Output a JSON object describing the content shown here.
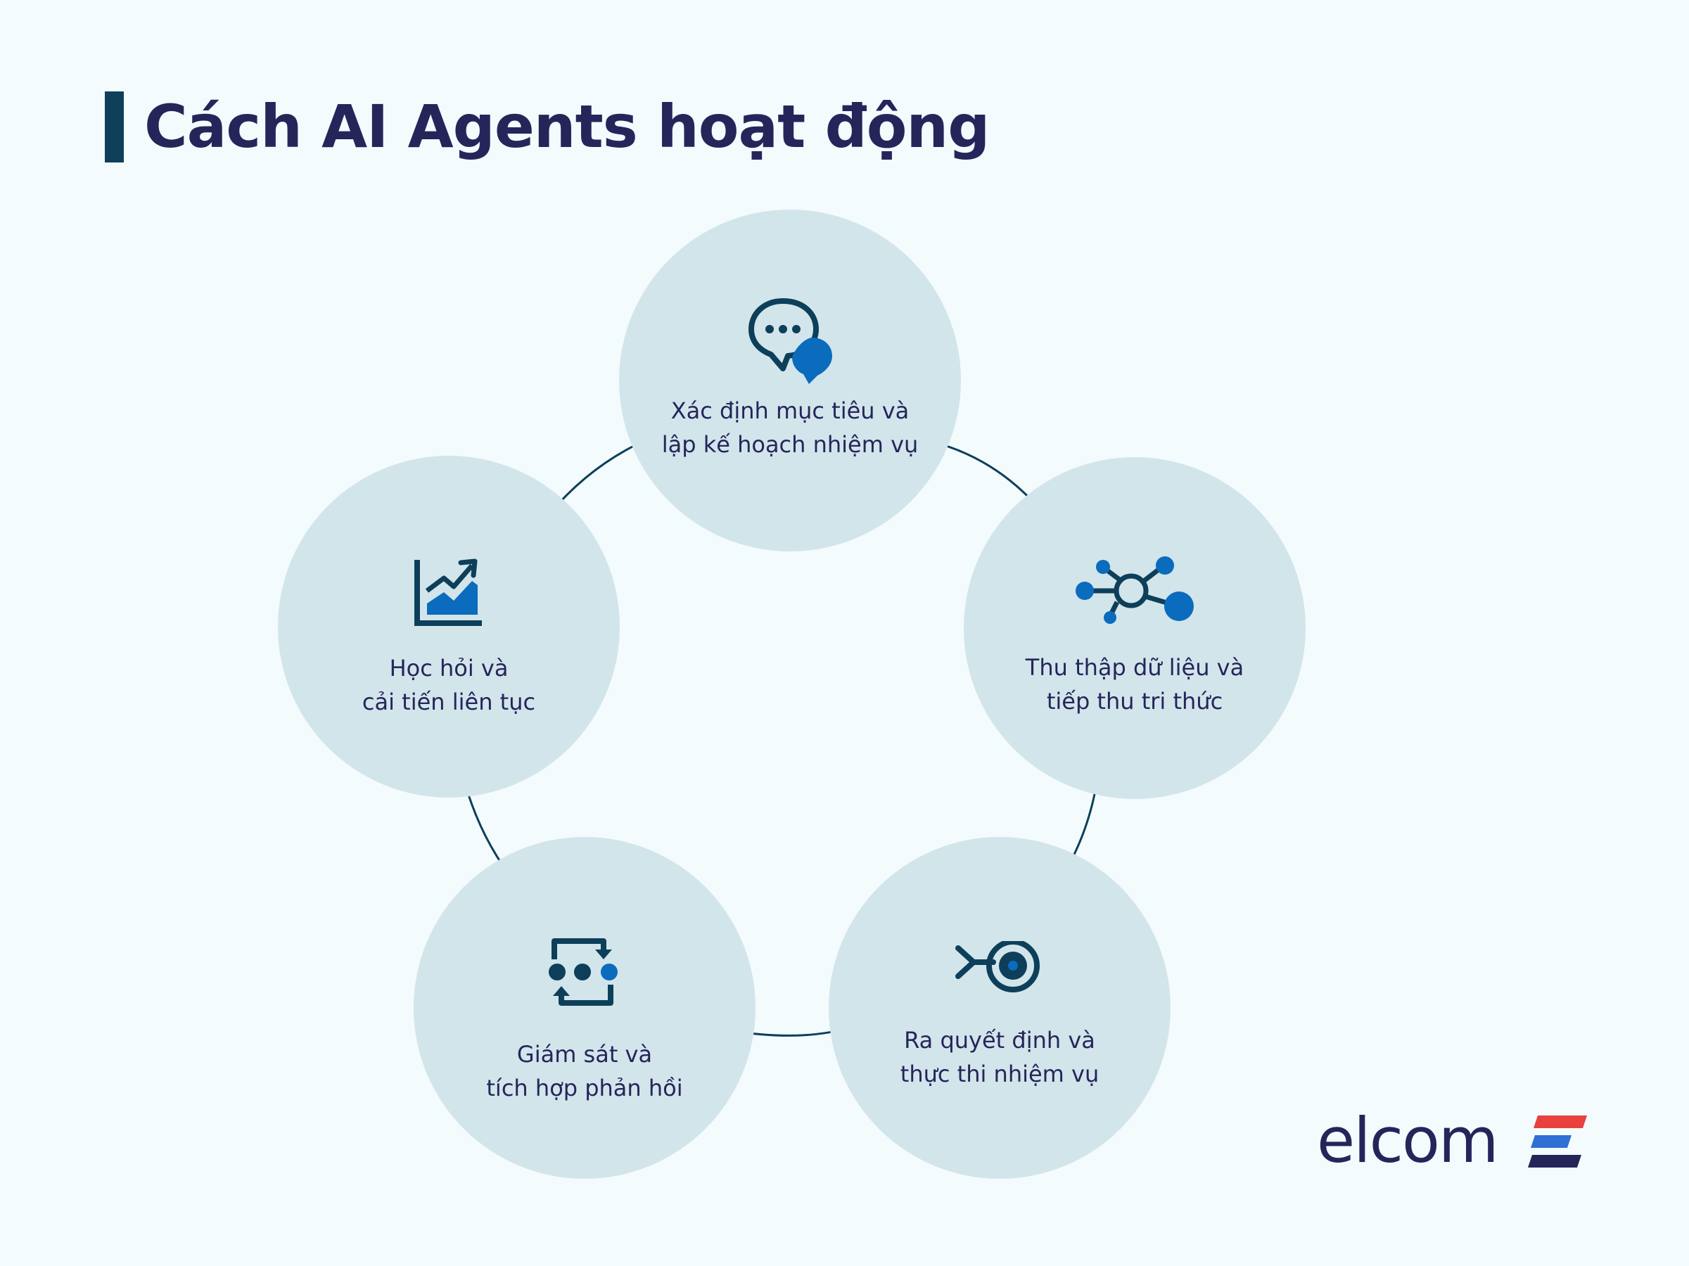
{
  "title": "Cách AI Agents hoạt động",
  "colors": {
    "background": "#f3fbfd",
    "circle": "#d2e5eb",
    "text": "#26255a",
    "icon_dark": "#0d3f5a",
    "icon_blue": "#0b6bbd",
    "logo_red": "#e8413e",
    "logo_blue": "#2f6fd6",
    "logo_navy": "#26255a"
  },
  "steps": [
    {
      "id": "goal",
      "icon": "chat-bubbles-icon",
      "line1": "Xác định mục tiêu và",
      "line2": "lập kế hoạch nhiệm vụ"
    },
    {
      "id": "data",
      "icon": "network-nodes-icon",
      "line1": "Thu thập dữ liệu và",
      "line2": "tiếp thu tri thức"
    },
    {
      "id": "decide",
      "icon": "target-icon",
      "line1": "Ra quyết định và",
      "line2": "thực thi nhiệm vụ"
    },
    {
      "id": "monitor",
      "icon": "feedback-loop-icon",
      "line1": "Giám sát và",
      "line2": "tích hợp phản hồi"
    },
    {
      "id": "learn",
      "icon": "growth-chart-icon",
      "line1": "Học hỏi và",
      "line2": "cải tiến liên tục"
    }
  ],
  "logo": {
    "text": "elcom"
  }
}
